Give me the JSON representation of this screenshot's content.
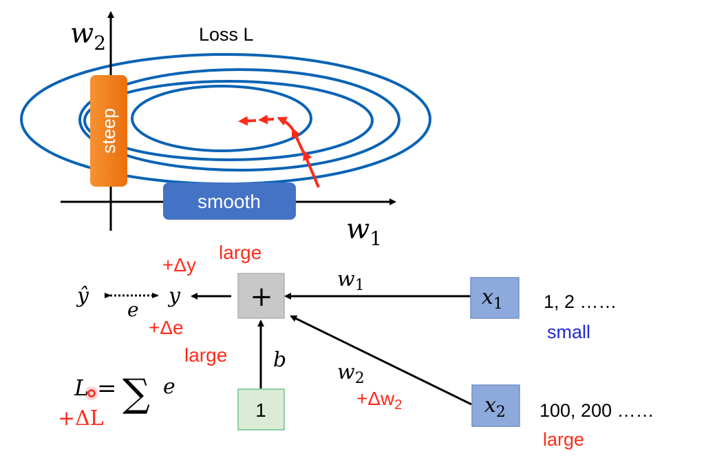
{
  "colors": {
    "contour": "#0a63b5",
    "path": "#ff2a1a",
    "steep_fill": "#f07c1e",
    "smooth_fill": "#4472c4",
    "red_text": "#ff2a1a",
    "blue_text": "#1e28d2",
    "input_box": "#8eaadc",
    "input_box_border": "#6f8fc8",
    "sum_box": "#c8c8c8",
    "sum_box_border": "#b0b0b0",
    "bias_box": "#dcebd6",
    "bias_box_border": "#6cc28a"
  },
  "loss_plot": {
    "title": "Loss L",
    "y_axis_label": "w",
    "y_axis_sub": "2",
    "x_axis_label": "w",
    "x_axis_sub": "1",
    "steep_label": "steep",
    "smooth_label": "smooth"
  },
  "network": {
    "y_hat": "ŷ",
    "e_edge_label": "e",
    "y": "y",
    "sum_symbol": "+",
    "bias_input": "1",
    "bias_weight": "b",
    "w1_label": "w",
    "w1_sub": "1",
    "w2_label": "w",
    "w2_sub": "2",
    "x1_label": "x",
    "x1_sub": "1",
    "x2_label": "x",
    "x2_sub": "2",
    "x1_values": "1, 2 ……",
    "x1_scale": "small",
    "x2_values": "100, 200 ……",
    "x2_scale": "large",
    "delta_y": "+Δy",
    "delta_y_note": "large",
    "delta_e": "+Δe",
    "delta_e_note": "large",
    "delta_w2": "+Δw",
    "delta_w2_sub": "2",
    "loss_lhs": "L",
    "loss_eq": "=",
    "loss_sum": "∑",
    "loss_term": "e",
    "delta_L": "+ΔL"
  }
}
